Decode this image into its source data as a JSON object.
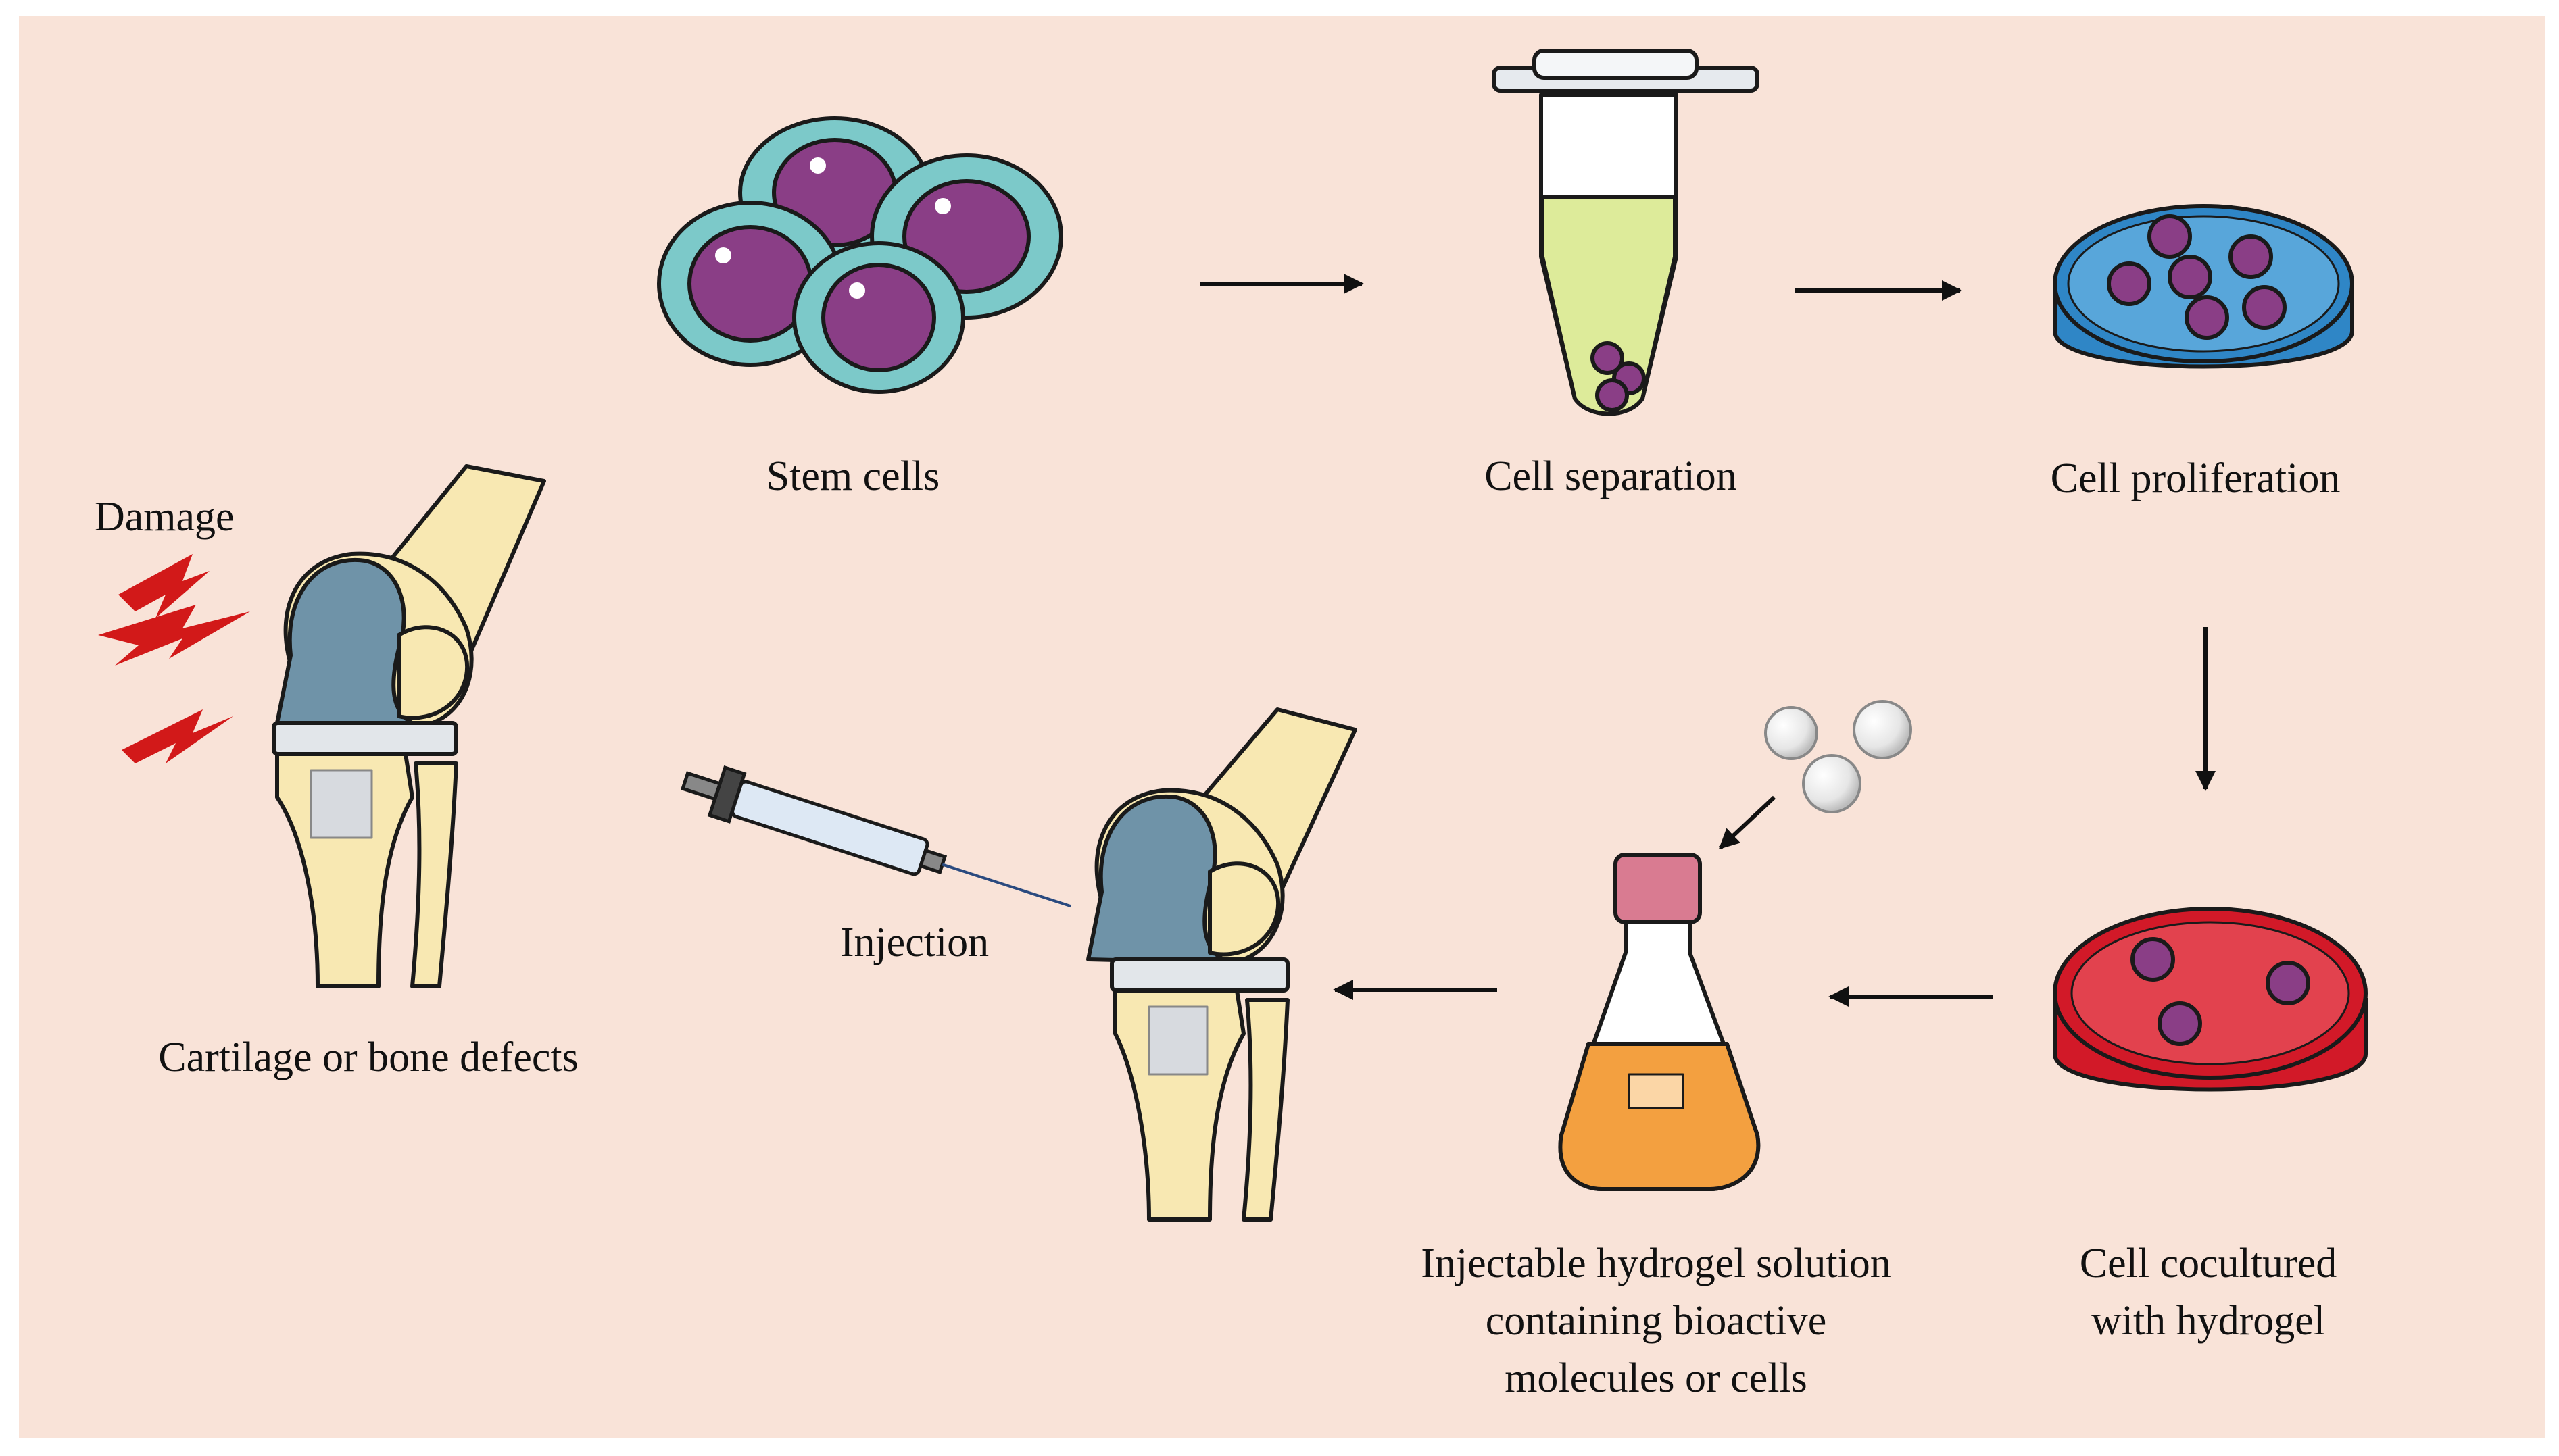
{
  "labels": {
    "damage": "Damage",
    "defects": "Cartilage or bone defects",
    "stem_cells": "Stem cells",
    "separation": "Cell separation",
    "proliferation": "Cell proliferation",
    "cocultured": [
      "Cell cocultured",
      "with hydrogel"
    ],
    "injectable": [
      "Injectable hydrogel solution",
      "containing  bioactive",
      "molecules  or cells"
    ],
    "injection": "Injection"
  },
  "colors": {
    "background": "#F9E3D8",
    "bone": "#F8E8B2",
    "cartilage": "#6F93A8",
    "cell_membrane": "#7CC9C9",
    "cell_nucleus": "#8A3E86",
    "tube_liquid": "#DDEB9A",
    "dish_blue": "#2F86C6",
    "dish_red": "#D21928",
    "flask_liquid": "#F3A040",
    "flask_cap": "#D97B91",
    "lightning": "#D21919",
    "arrow": "#111111"
  }
}
